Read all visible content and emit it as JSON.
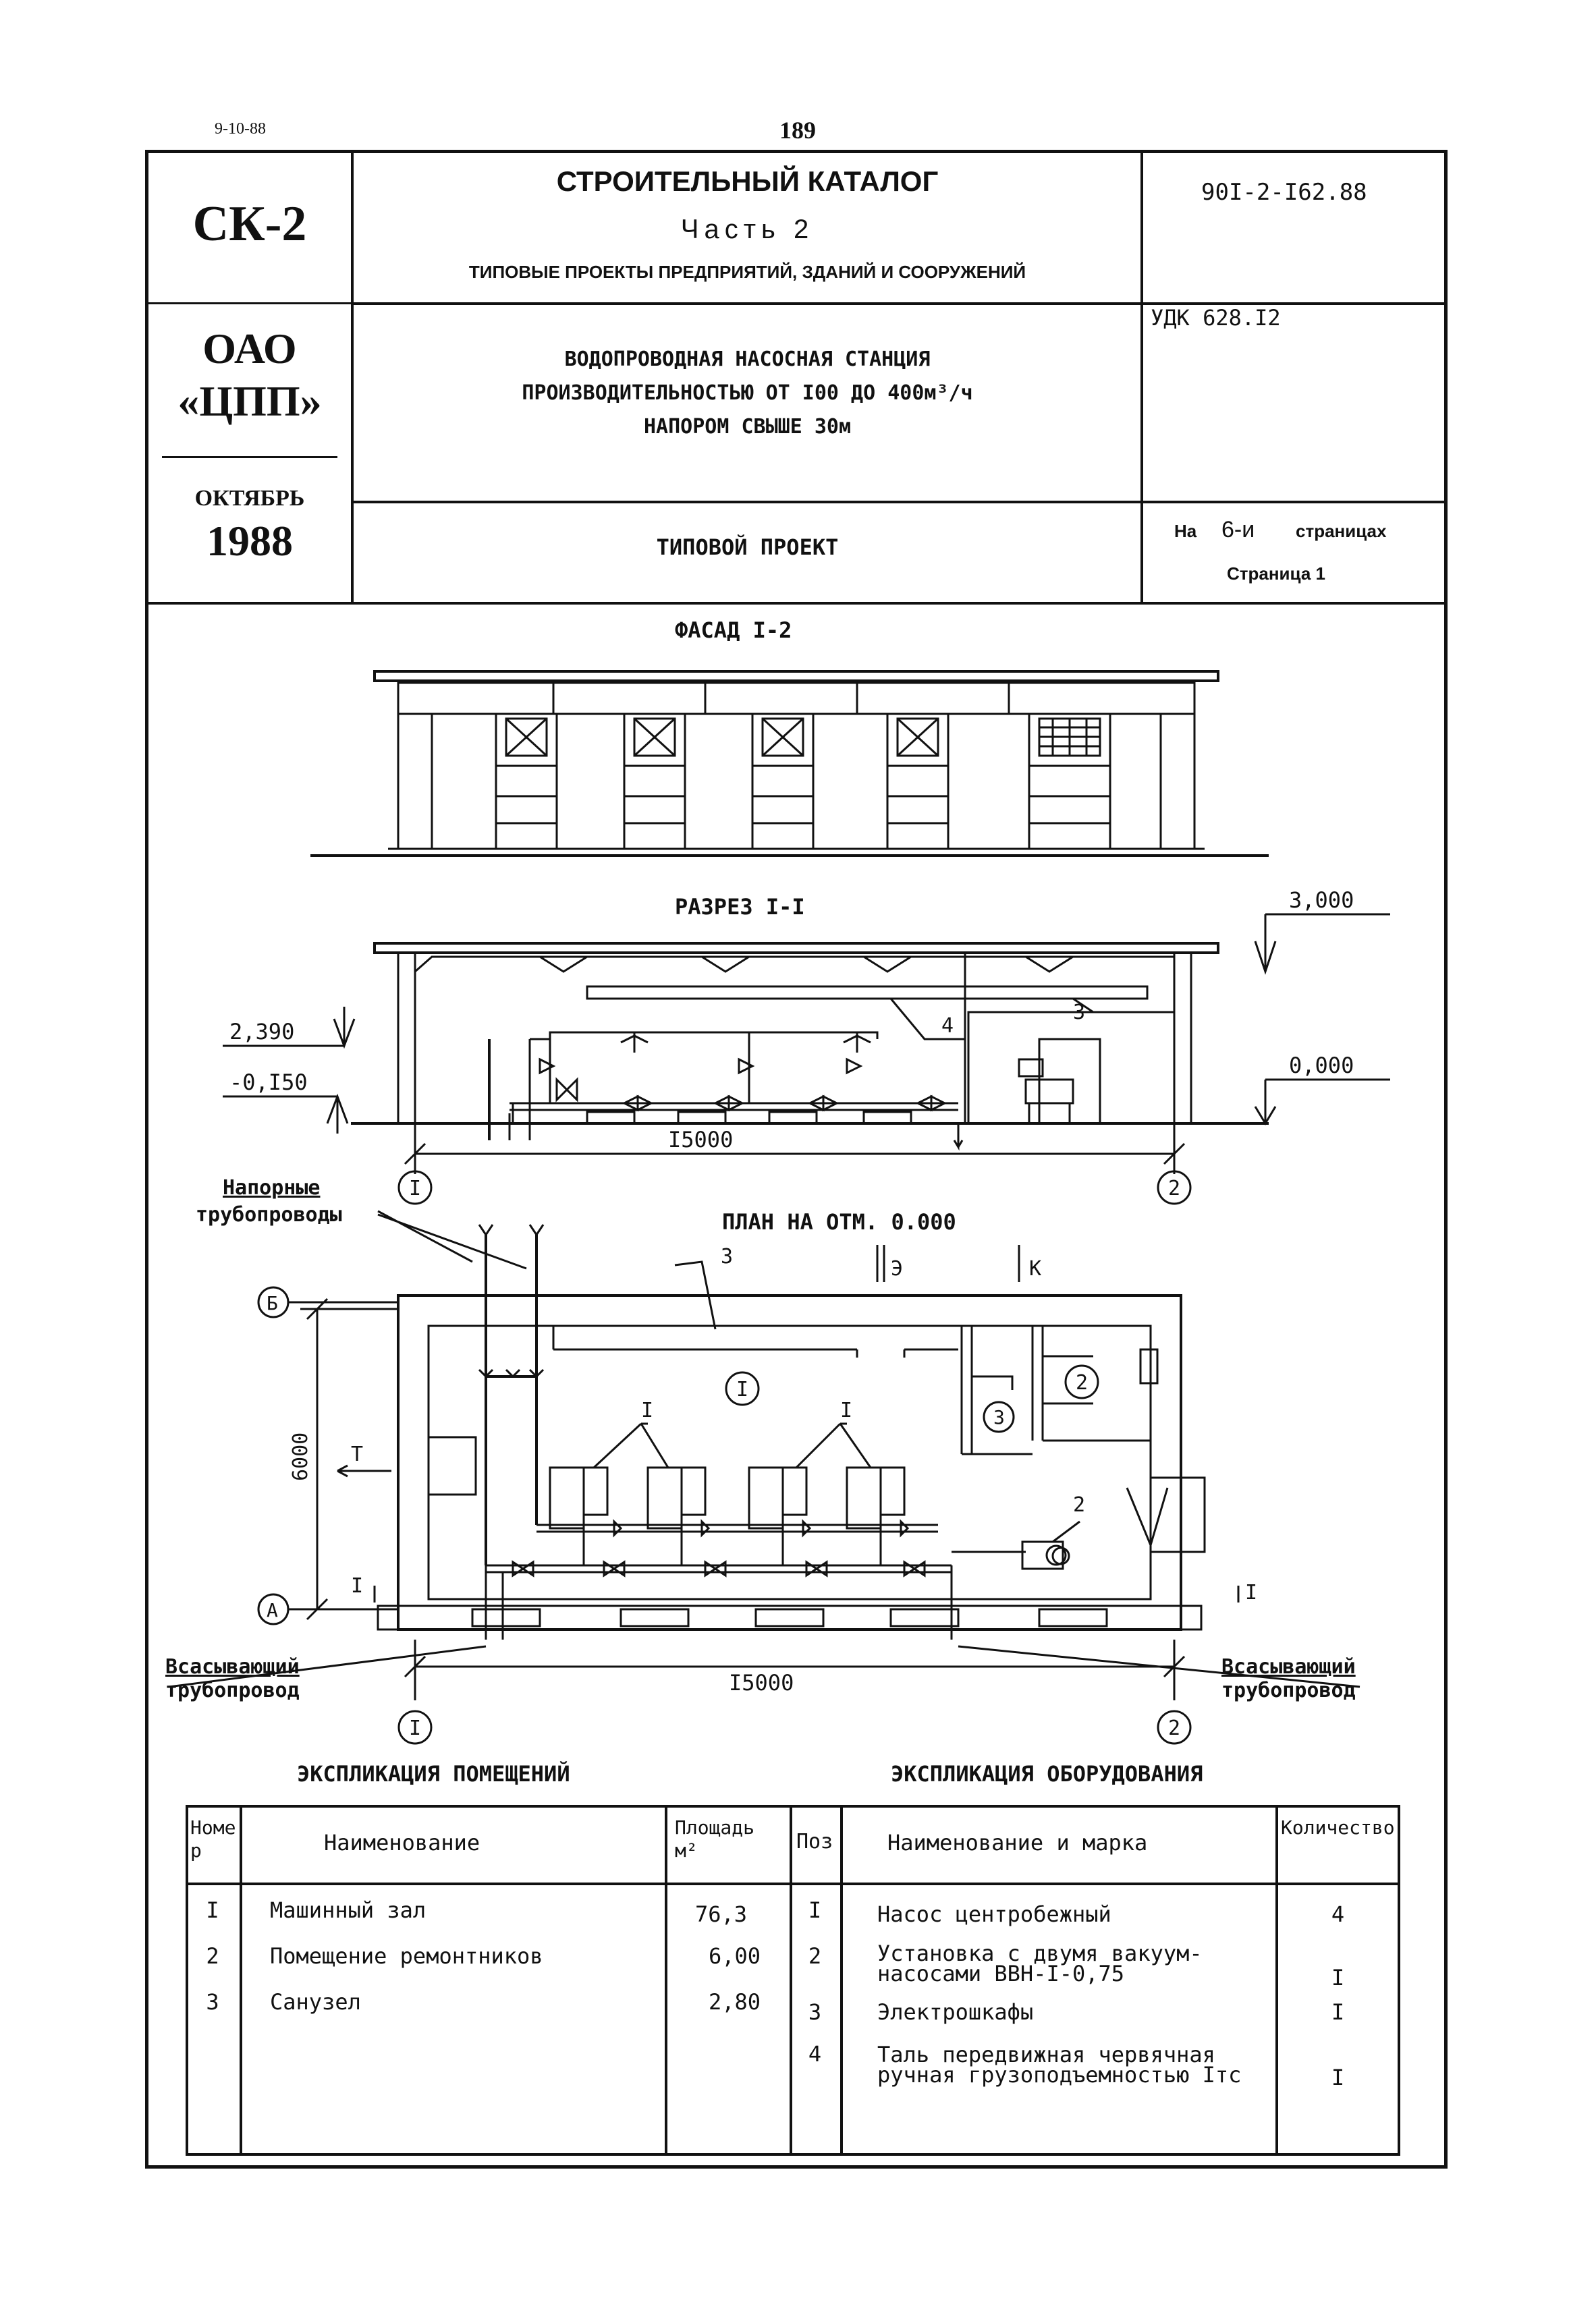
{
  "top": {
    "date": "9-10-88",
    "page_number": "189"
  },
  "header": {
    "series": "СК-2",
    "org_line1": "ОАО",
    "org_line2": "«ЦПП»",
    "month": "ОКТЯБРЬ",
    "year": "1988",
    "catalog_title": "СТРОИТЕЛЬНЫЙ КАТАЛОГ",
    "part": "Часть 2",
    "part_subtitle": "ТИПОВЫЕ ПРОЕКТЫ ПРЕДПРИЯТИЙ, ЗДАНИЙ И СООРУЖЕНИЙ",
    "code": "90I-2-I62.88",
    "udk": "УДК 628.I2",
    "project_line1": "ВОДОПРОВОДНАЯ НАСОСНАЯ СТАНЦИЯ",
    "project_line2": "ПРОИЗВОДИТЕЛЬНОСТЬЮ ОТ I00 ДО 400м³/ч",
    "project_line3": "НАПОРОМ СВЫШЕ 30м",
    "project_type": "ТИПОВОЙ ПРОЕКТ",
    "pages_prefix": "На",
    "pages_count": "6-и",
    "pages_suffix": "страницах",
    "page_label": "Страница 1"
  },
  "drawing": {
    "facade_title": "ФАСАД I-2",
    "section_title": "РАЗРЕЗ I-I",
    "plan_title": "ПЛАН НА ОТМ. 0.000",
    "elev_top": "3,000",
    "elev_zero": "0,000",
    "elev_left1": "2,390",
    "elev_left2": "-0,I50",
    "length_section": "I5000",
    "length_plan": "I5000",
    "width_plan": "6000",
    "axis_1": "I",
    "axis_2": "2",
    "axis_a": "А",
    "axis_b": "Б",
    "label_pressure_1": "Напорные",
    "label_pressure_2": "трубопроводы",
    "label_suction_l1": "Всасывающий",
    "label_suction_l2": "трубопровод",
    "label_suction_r1": "Всасывающий",
    "label_suction_r2": "трубопровод",
    "label_e": "Э",
    "label_k": "К",
    "label_t": "Т",
    "cut_label": "I",
    "room_1": "I",
    "room_2": "2",
    "room_3": "3",
    "pos_1a": "I",
    "pos_1b": "I",
    "pos_2": "2",
    "pos_3": "3",
    "pos_4": "4",
    "pos_3s": "3"
  },
  "rooms": {
    "title": "ЭКСПЛИКАЦИЯ ПОМЕЩЕНИЙ",
    "col_no": "Номер",
    "col_name": "Наименование",
    "col_area": "Площадь м²",
    "rows": [
      {
        "no": "I",
        "name": "Машинный зал",
        "area": "76,3"
      },
      {
        "no": "2",
        "name": "Помещение ремонтников",
        "area": "6,00"
      },
      {
        "no": "3",
        "name": "Санузел",
        "area": "2,80"
      }
    ]
  },
  "equipment": {
    "title": "ЭКСПЛИКАЦИЯ ОБОРУДОВАНИЯ",
    "col_pos": "Поз",
    "col_name": "Наименование и марка",
    "col_qty": "Количество",
    "rows": [
      {
        "pos": "I",
        "name1": "Насос центробежный",
        "name2": "",
        "qty": "4"
      },
      {
        "pos": "2",
        "name1": "Установка с двумя вакуум-",
        "name2": "насосами ВВН-I-0,75",
        "qty": "I"
      },
      {
        "pos": "3",
        "name1": "Электрошкафы",
        "name2": "",
        "qty": "I"
      },
      {
        "pos": "4",
        "name1": "Таль передвижная червячная",
        "name2": "ручная грузоподъемностью Iтс",
        "qty": "I"
      }
    ]
  }
}
